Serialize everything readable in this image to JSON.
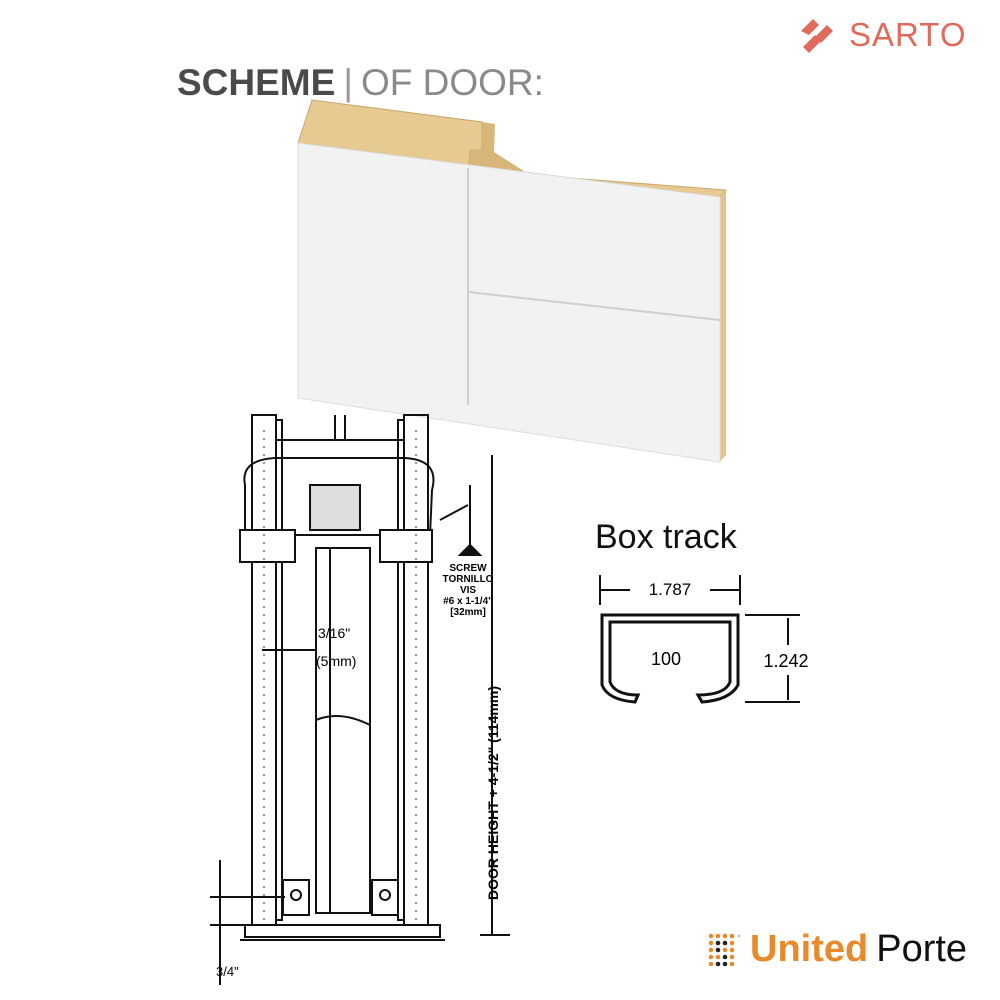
{
  "brand": {
    "name": "SARTO",
    "color": "#e06a5c",
    "icon": "sarto-logo-icon"
  },
  "title": {
    "bold": "SCHEME",
    "separator": "|",
    "light": "OF DOOR:"
  },
  "drawing": {
    "screw_label": [
      "SCREW",
      "TORNILLO",
      "VIS",
      "#6 x 1-1/4\"",
      "[32mm]"
    ],
    "gap_label": "3/16\"",
    "gap_mm": "(5mm)",
    "height_label": "DOOR HEIGHT + 4-1/2\" (114mm)",
    "floor_label": "3/4\""
  },
  "box_track": {
    "label": "Box track",
    "width": "1.787",
    "height": "1.242",
    "inner": "100"
  },
  "footer_logo": {
    "bold": "United",
    "regular": "Porte",
    "color": "#e8892b"
  }
}
